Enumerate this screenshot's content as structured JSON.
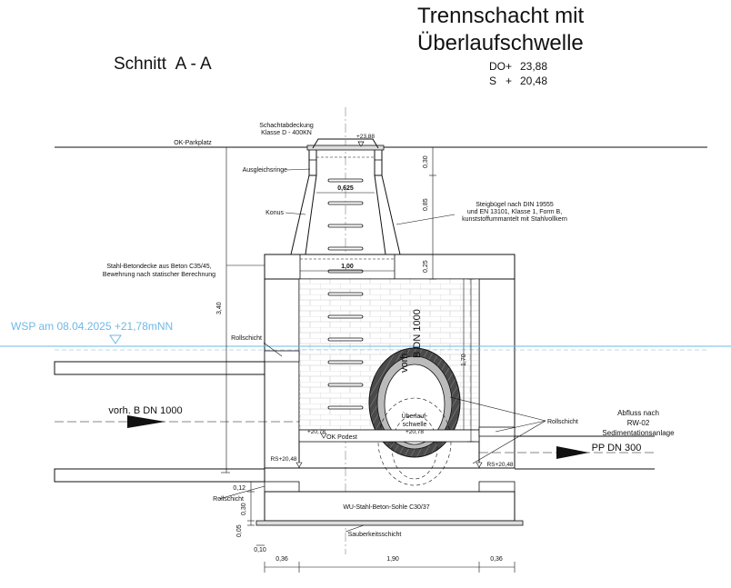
{
  "title": {
    "line1": "Trennschacht mit",
    "line2": "Überlaufschwelle",
    "levels": [
      {
        "label": "DO+",
        "value": "23,88"
      },
      {
        "label": "S   +",
        "value": "20,48"
      }
    ]
  },
  "section_label": "Schnitt  A - A",
  "labels": {
    "cover": "Schachtabdeckung",
    "cover_class": "Klasse D - 400KN",
    "cover_level": "+23,88",
    "ground": "OK-Parkplatz",
    "adjust_rings": "Ausgleichsringe",
    "cone": "Konus",
    "steps_line1": "Steigbügel nach DIN 19555",
    "steps_line2": "und EN 13101, Klasse 1, Form B,",
    "steps_line3": "kunststoffummantelt mit Stahlvollkern",
    "deck_line1": "Stahl-Betondecke aus Beton C35/45,",
    "deck_line2": "Bewehrung nach statischer Berechnung",
    "water_level": "WSP am 08.04.2025 +21,78mNN",
    "rollschicht_left": "Rollschicht",
    "rollschicht_right": "Rollschicht",
    "rollschicht_bottom": "Rollschicht",
    "pipe_in_vert_line1": "vorh.",
    "pipe_in_vert_line2": "B DN 1000",
    "pipe_in": "vorh. B DN 1000",
    "weir_line1": "Überlauf-",
    "weir_line2": "schwelle",
    "weir_level": "+20,78",
    "podest_level": "+20,78",
    "podest": "OK Podest",
    "rs_left": "RS+20,48",
    "rs_right": "RS+20,48",
    "outflow_line1": "Abfluss nach",
    "outflow_line2": "RW-02",
    "outflow_line3": "Sedimentationsanlage",
    "pipe_out": "PP DN 300",
    "base_slab": "WU-Stahl-Beton-Sohle C30/37",
    "blinding": "Sauberkeitsschicht"
  },
  "dimensions": {
    "neck_depth": "0,30",
    "neck_width": "0,625",
    "cone_height": "0,85",
    "deck_width": "1,00",
    "deck_thickness": "0,25",
    "total_depth": "3,40",
    "chamber_height": "1,70",
    "rollschicht_height": "0,12",
    "slab_thickness": "0,30",
    "blinding_thickness": "0,05",
    "overhang": "0,10",
    "wall_left": "0,36",
    "inner_width": "1,90",
    "wall_right": "0,36"
  },
  "colors": {
    "water": "#6fb8e6",
    "line": "#111111",
    "brick": "#c8c8c8",
    "ring_outer": "#3a3a3a",
    "ring_inner": "#b8b8b8"
  }
}
